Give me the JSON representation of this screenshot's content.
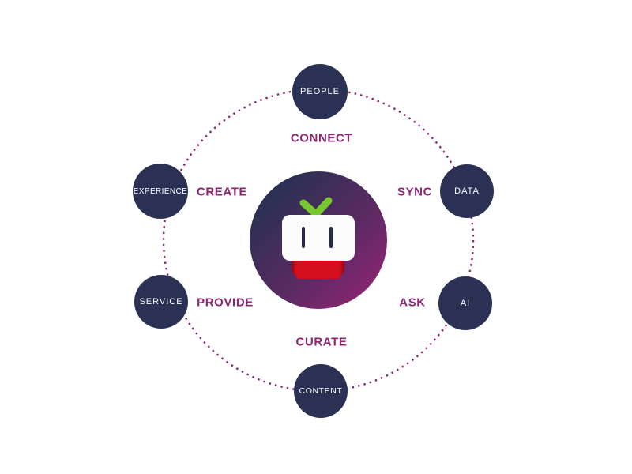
{
  "diagram": {
    "title": "robot mascot capability wheel",
    "colors": {
      "node_fill": "#2b3154",
      "node_text": "#ffffff",
      "verb_text": "#8e2474",
      "ring_dots": "#8e2474",
      "center_gradient_start": "#2c3054",
      "center_gradient_end": "#8e2573",
      "robot_face": "#fbfbfb",
      "robot_eyes": "#262b4d",
      "robot_mouth": "#d50f1e",
      "robot_antenna": "#76c82e",
      "background": "#ffffff"
    },
    "center_icon": "robot-mascot",
    "nodes": [
      {
        "label": "PEOPLE",
        "position": "top"
      },
      {
        "label": "DATA",
        "position": "upper-right"
      },
      {
        "label": "AI",
        "position": "lower-right"
      },
      {
        "label": "CONTENT",
        "position": "bottom"
      },
      {
        "label": "SERVICE",
        "position": "lower-left"
      },
      {
        "label": "EXPERIENCE",
        "position": "upper-left"
      }
    ],
    "verbs": [
      {
        "label": "CONNECT",
        "position": "top"
      },
      {
        "label": "SYNC",
        "position": "upper-right"
      },
      {
        "label": "ASK",
        "position": "lower-right"
      },
      {
        "label": "CURATE",
        "position": "bottom"
      },
      {
        "label": "PROVIDE",
        "position": "lower-left"
      },
      {
        "label": "CREATE",
        "position": "upper-left"
      }
    ]
  }
}
